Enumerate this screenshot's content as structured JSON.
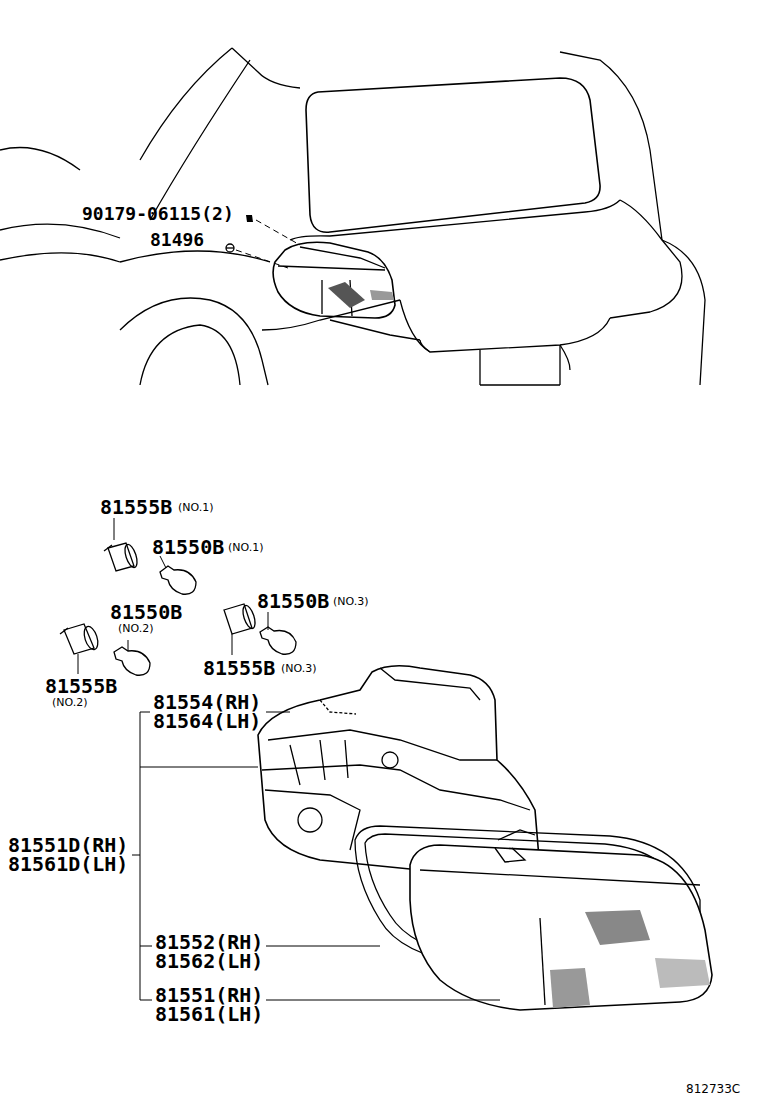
{
  "diagram": {
    "labels": [
      "90179-06115(2)",
      "81496",
      "81555B",
      "(NO.1)",
      "81550B",
      "(NO.1)",
      "81550B",
      "(NO.2)",
      "81550B",
      "(NO.3)",
      "81555B",
      "(NO.3)",
      "81555B",
      "(NO.2)",
      "81554(RH)",
      "81564(LH)",
      "81551D(RH)",
      "81561D(LH)",
      "81552(RH)",
      "81562(LH)",
      "81551(RH)",
      "81561(LH)",
      "812733C"
    ]
  }
}
